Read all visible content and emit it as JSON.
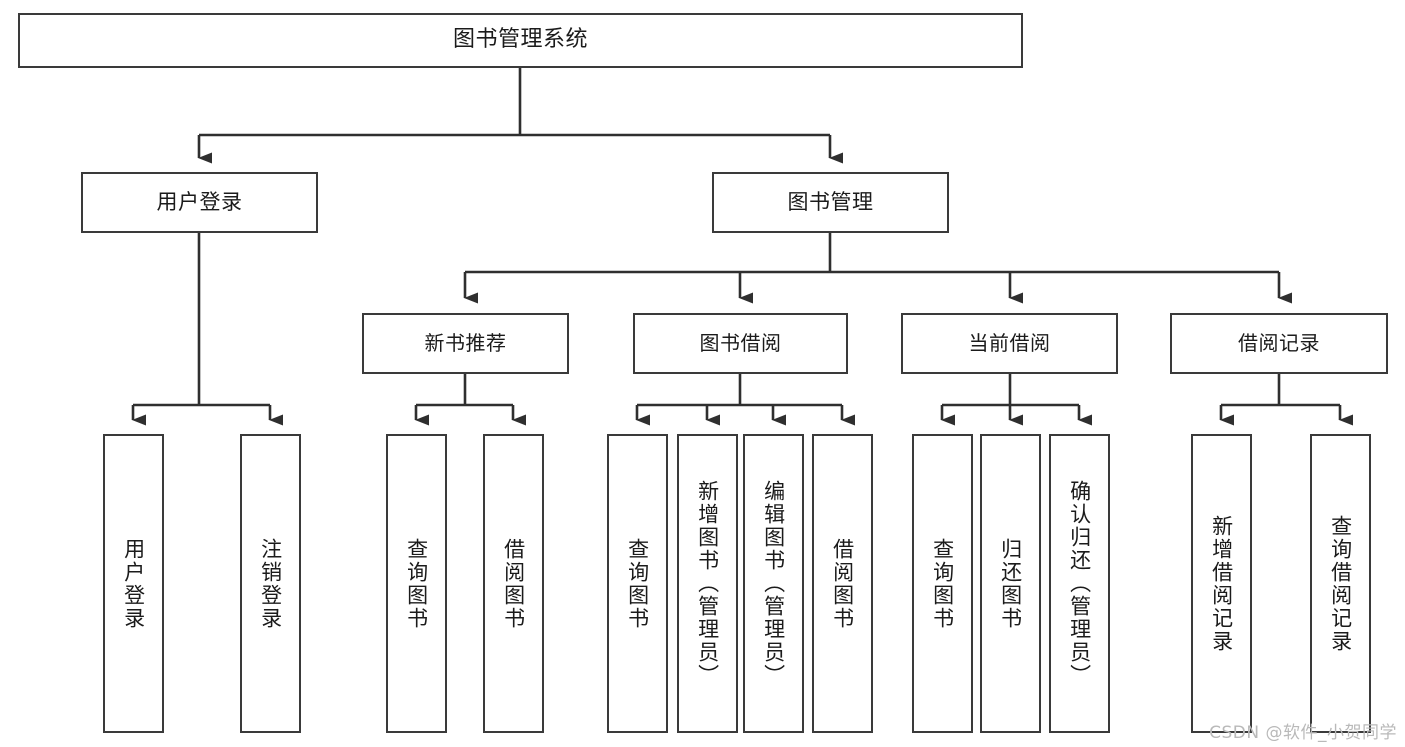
{
  "diagram": {
    "title": "图书管理系统",
    "type": "tree-hierarchy",
    "colors": {
      "box_border": "#3a3a3a",
      "box_fill": "#ffffff",
      "connector": "#2f2f2f",
      "text": "#1b1b1b",
      "watermark": "#b9b9b9"
    }
  },
  "root": {
    "label": "图书管理系统"
  },
  "level2": [
    {
      "label": "用户登录"
    },
    {
      "label": "图书管理"
    }
  ],
  "level3": [
    {
      "label": "新书推荐"
    },
    {
      "label": "图书借阅"
    },
    {
      "label": "当前借阅"
    },
    {
      "label": "借阅记录"
    }
  ],
  "leaves": {
    "user_login": [
      {
        "label": "用户登录"
      },
      {
        "label": "注销登录"
      }
    ],
    "new_book_recommend": [
      {
        "label": "查询图书"
      },
      {
        "label": "借阅图书"
      }
    ],
    "book_borrow": [
      {
        "label": "查询图书"
      },
      {
        "label": "新增图书（管理员）"
      },
      {
        "label": "编辑图书（管理员）"
      },
      {
        "label": "借阅图书"
      }
    ],
    "current_borrow": [
      {
        "label": "查询图书"
      },
      {
        "label": "归还图书"
      },
      {
        "label": "确认归还（管理员）"
      }
    ],
    "borrow_record": [
      {
        "label": "新增借阅记录"
      },
      {
        "label": "查询借阅记录"
      }
    ]
  },
  "watermark": {
    "text": "CSDN @软件_小贺同学"
  }
}
